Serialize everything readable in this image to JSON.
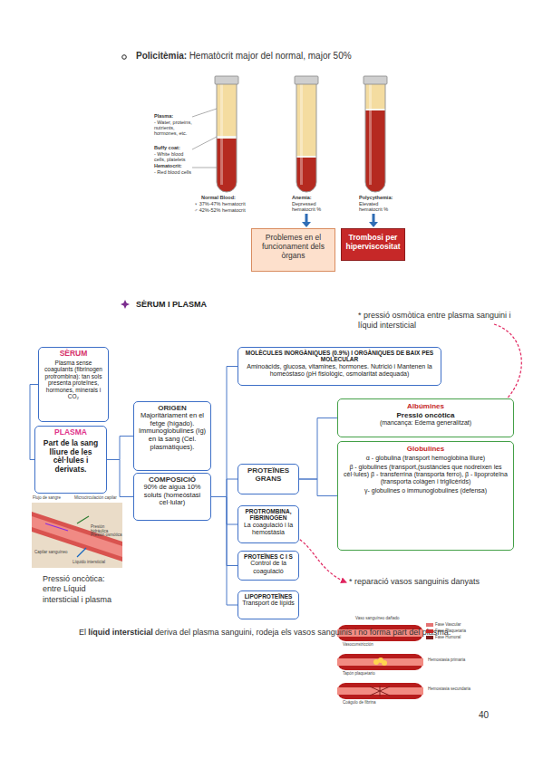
{
  "diagram": {
    "title": "SÈRUM I PLASMA",
    "nodes": [
      {
        "text": [
          "Problemes en el funcionament dels òrgans"
        ]
      },
      {
        "text": [
          "Trombosi per hiperviscositat"
        ]
      },
      {
        "text": [
          "SÈRUM",
          "Plasma sense coagulants (fibrinogen protrombina): tan sols presenta proteïnes, hormones, minerals i CO₂"
        ]
      },
      {
        "text": [
          "PLASMA",
          "Part de la sang lliure de les cèl·lules i derivats."
        ]
      },
      {
        "text": [
          "ORIGEN",
          "Majoritàriament en el fetge (hígado). Immunoglobulines (Ig) en la sang (Cel. plasmàtiques)."
        ]
      },
      {
        "text": [
          "COMPOSICIÓ",
          "90% de aigua 10% soluts (homeòstasi cel·lular)"
        ]
      },
      {
        "text": [
          "MOLÈCULES INORGÀNIQUES (0.9%) I ORGÀNIQUES DE BAIX PES MOLECULAR",
          "Aminoàcids, glucosa, vitamines, hormones. Nutrició i Mantenen la homeòstaso (pH fisiològic, osmolaritat adequada)"
        ]
      },
      {
        "text": [
          "PROTEÏNES GRANS"
        ]
      },
      {
        "text": [
          "Albúmines",
          "Pressió oncòtica",
          "(mancança: Edema generalitzat)"
        ]
      },
      {
        "text": [
          "Globulines",
          "α - globulina (transport hemoglobina lliure)",
          "β - globulines (transport,(sustàncies que nodreixen les cèl·lules) β - transferrina (transporta ferro), β - lipoproteïna (transporta colàgen i triglicèrids)",
          "γ- globulines o immunoglobulines (defensa)"
        ]
      },
      {
        "text": [
          "PROTROMBINA, FIBRINOGEN",
          "La coagulació i la hemostàsia"
        ]
      },
      {
        "text": [
          "PROTEÏNES C I S",
          "Control de la coagulació"
        ]
      },
      {
        "text": [
          "LIPOPROTEÏNES",
          "Transport de lípids"
        ]
      }
    ],
    "edges": [
      {
        "from": 3,
        "to": 4,
        "arrow": "none"
      },
      {
        "from": 3,
        "to": 5,
        "arrow": "none"
      },
      {
        "from": 2,
        "to": 3,
        "arrow": "none"
      },
      {
        "from": 5,
        "to": 6,
        "arrow": "none"
      },
      {
        "from": 5,
        "to": 7,
        "arrow": "none"
      },
      {
        "from": 5,
        "to": 10,
        "arrow": "none"
      },
      {
        "from": 5,
        "to": 11,
        "arrow": "none"
      },
      {
        "from": 5,
        "to": 12,
        "arrow": "none"
      },
      {
        "from": 7,
        "to": 8,
        "arrow": "none"
      },
      {
        "from": 7,
        "to": 9,
        "arrow": "none"
      }
    ],
    "labels": [
      "Policitèmia:",
      "Hematòcrit major del normal, major 50%",
      "Plasma:",
      "- Water, proteins, nutrients, hormones, etc.",
      "Buffy coat:",
      "- White blood cells, platelets",
      "Hematocrit:",
      "- Red blood cells",
      "Normal Blood:",
      "♀ 37%-47% hematocrit",
      "♂ 42%-52% hematocrit",
      "Anemia:",
      "Depressed hematocrit %",
      "Polycythemia:",
      "Elevated hematocrit %",
      "* pressió osmòtica entre plasma sanguini i líquid intersticial",
      "Flujo de sangre",
      "Microcirculación capilar",
      "Presión hidráulica",
      "Presión osmótica",
      "Capilar sanguíneo",
      "Líquido intersticial",
      "Pressió oncòtica: entre Líquid intersticial i plasma",
      "* reparació vasos sanguinis danyats",
      "El",
      "líquid intersticial",
      "deriva del plasma sanguini, rodeja els vasos sanguinis i no forma part del plasma.",
      "Vaso sanguíneo dañado",
      "Vasoconstricción",
      "Tapón plaquetario",
      "Hemostasia primaria",
      "Coágulo de fibrina",
      "Hemostasia secundaria",
      "40"
    ],
    "legend": [
      {
        "text": "Fase Vascular",
        "color": "#e57373"
      },
      {
        "text": "Fase Plaquetaria",
        "color": "#c62828"
      },
      {
        "text": "Fase Humoral",
        "color": "#7f1d1d"
      }
    ]
  }
}
